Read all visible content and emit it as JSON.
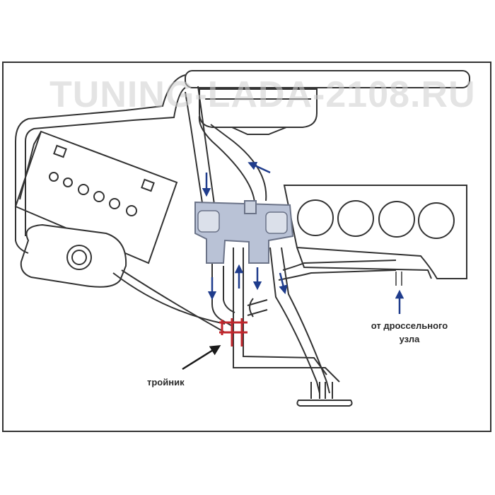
{
  "watermark": "TUNING-LADA-2108.RU",
  "labels": {
    "tee": "тройник",
    "throttle_line1": "от дроссельного",
    "throttle_line2": "узла"
  },
  "colors": {
    "outline": "#333333",
    "flow_arrow": "#1f3c8c",
    "tee_fitting": "#c0272d",
    "valve_body": "#b9c2d6"
  }
}
